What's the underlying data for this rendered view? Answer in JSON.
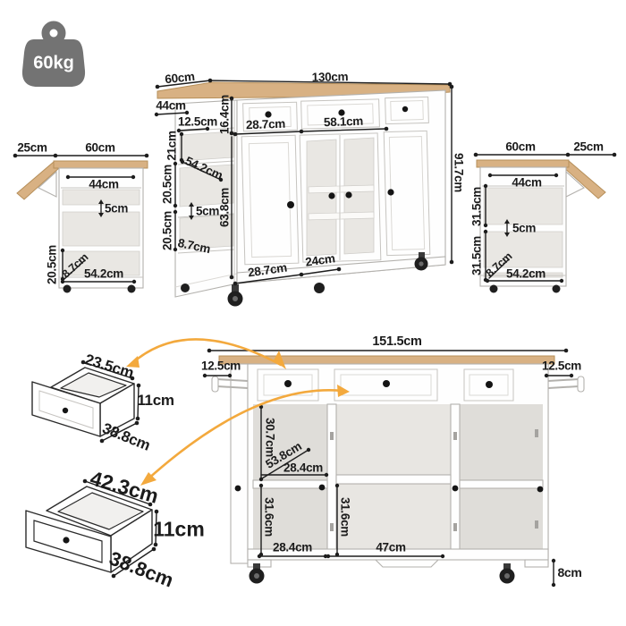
{
  "colors": {
    "wood": "#d8b183",
    "wood_edge": "#b68f5a",
    "line": "#1d1d1d",
    "outline": "#b3b1ad",
    "cavity": "#e9e7e3",
    "interior": "#dfddd9",
    "arrow": "#f3a93d",
    "kettlebell": "#737373",
    "body": "#fefefe"
  },
  "icons": {
    "weight": "kettlebell-icon",
    "updown_arrow": "↕"
  },
  "weight_capacity": {
    "label": "60kg"
  },
  "front_view": {
    "depth": "60cm",
    "width": "130cm",
    "left_shelf_width": "44cm",
    "left_overhang": "12.5cm",
    "drawer_height": "16.4cm",
    "shelf_gap_top": "21cm",
    "shelf_diagonal": "54.2cm",
    "shelf_gap_mid": "20.5cm",
    "shelf_thickness": "5cm",
    "shelf_gap_bottom": "20.5cm",
    "base_height": "8.7cm",
    "door_height": "63.8cm",
    "left_drawer_width": "28.7cm",
    "center_drawer_width": "58.1cm",
    "left_door_width": "28.7cm",
    "center_door_width": "24cm",
    "total_height": "91.7cm"
  },
  "left_view": {
    "leaf": "25cm",
    "body": "60cm",
    "inner_width": "44cm",
    "shelf_thickness": "5cm",
    "lower_gap": "20.5cm",
    "base_height": "8.7cm",
    "bottom_width": "54.2cm"
  },
  "right_view": {
    "body": "60cm",
    "leaf": "25cm",
    "inner_width": "44cm",
    "upper_gap": "31.5cm",
    "shelf_thickness": "5cm",
    "lower_gap": "31.5cm",
    "base_height": "8.7cm",
    "bottom_width": "54.2cm"
  },
  "small_drawer": {
    "width": "23.5cm",
    "height": "11cm",
    "depth": "38.8cm"
  },
  "large_drawer": {
    "width": "42.3cm",
    "height": "11cm",
    "depth": "38.8cm"
  },
  "open_view": {
    "total_width": "151.5cm",
    "left_leaf": "12.5cm",
    "right_leaf": "12.5cm",
    "upper_left_height": "30.7cm",
    "left_diagonal": "53.8cm",
    "upper_left_width": "28.4cm",
    "lower_left_height": "31.6cm",
    "lower_left_width": "28.4cm",
    "middle_height": "31.6cm",
    "middle_width": "47cm",
    "wheel_height": "8cm"
  }
}
